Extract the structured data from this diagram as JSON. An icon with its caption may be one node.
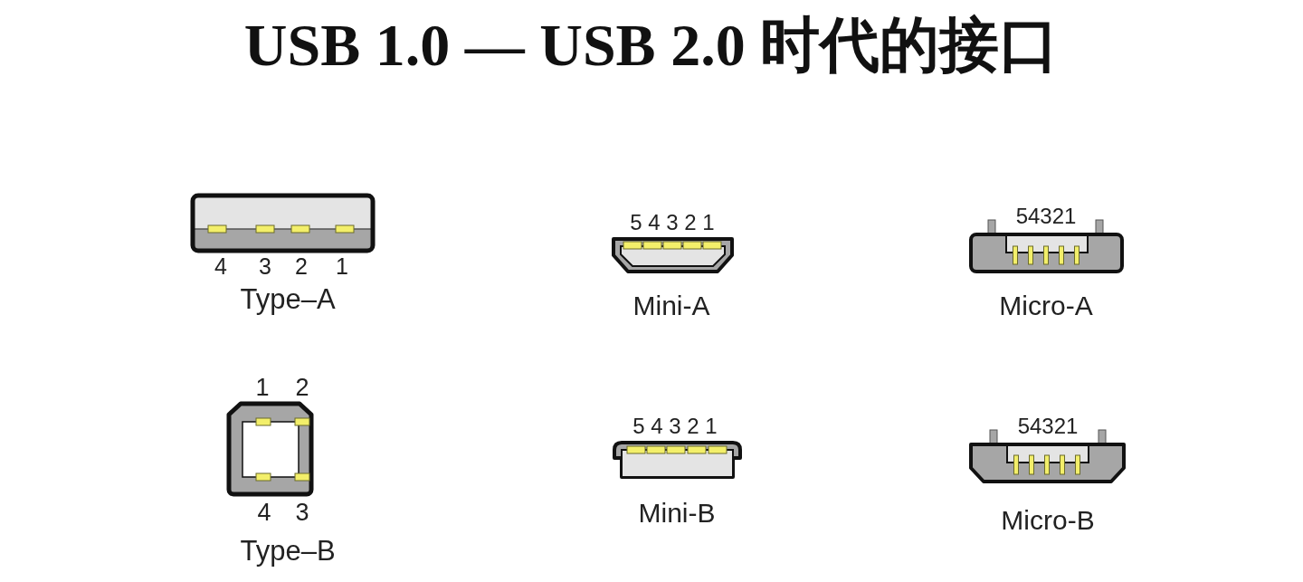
{
  "diagram": {
    "title": "USB 1.0 — USB 2.0 时代的接口",
    "labels": [
      "4",
      "3",
      "2",
      "1",
      "Type–A",
      "5 4 3 2 1",
      "Mini-A",
      "54321",
      "Micro-A",
      "1",
      "2",
      "4",
      "3",
      "Type–B",
      "5 4 3 2 1",
      "Mini-B",
      "54321",
      "Micro-B"
    ]
  }
}
